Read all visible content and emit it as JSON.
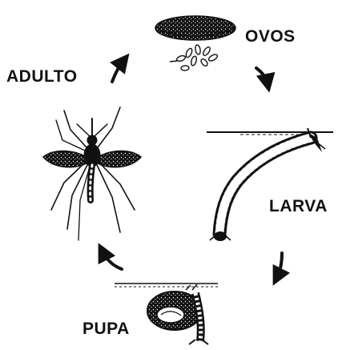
{
  "stages": {
    "eggs": "OVOS",
    "larva": "LARVA",
    "pupa": "PUPA",
    "adult": "ADULTO"
  },
  "colors": {
    "ink": "#111111",
    "background": "#ffffff"
  }
}
